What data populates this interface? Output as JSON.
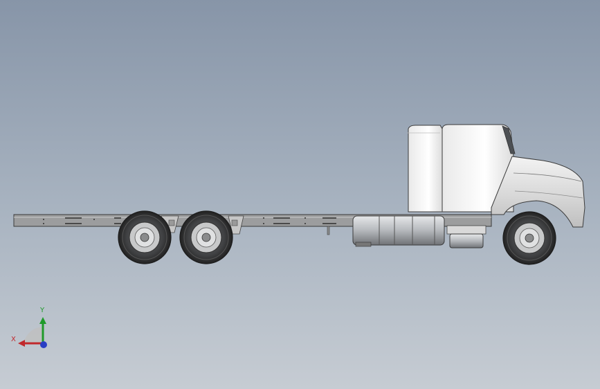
{
  "viewport": {
    "background_top": "#8795a8",
    "background_bottom": "#c6ccd3"
  },
  "model": {
    "subject": "truck-chassis-side-view",
    "colors": {
      "frame": "#9c9d9e",
      "tire": "#3f4042",
      "rim": "#c8c9ca",
      "cab": "#f2f2f2",
      "tank": "#b5b8bc"
    }
  },
  "triad": {
    "x_label": "X",
    "y_label": "Y",
    "x_color": "#c0282c",
    "y_color": "#1f9a2a",
    "z_color": "#2a3fc4"
  }
}
